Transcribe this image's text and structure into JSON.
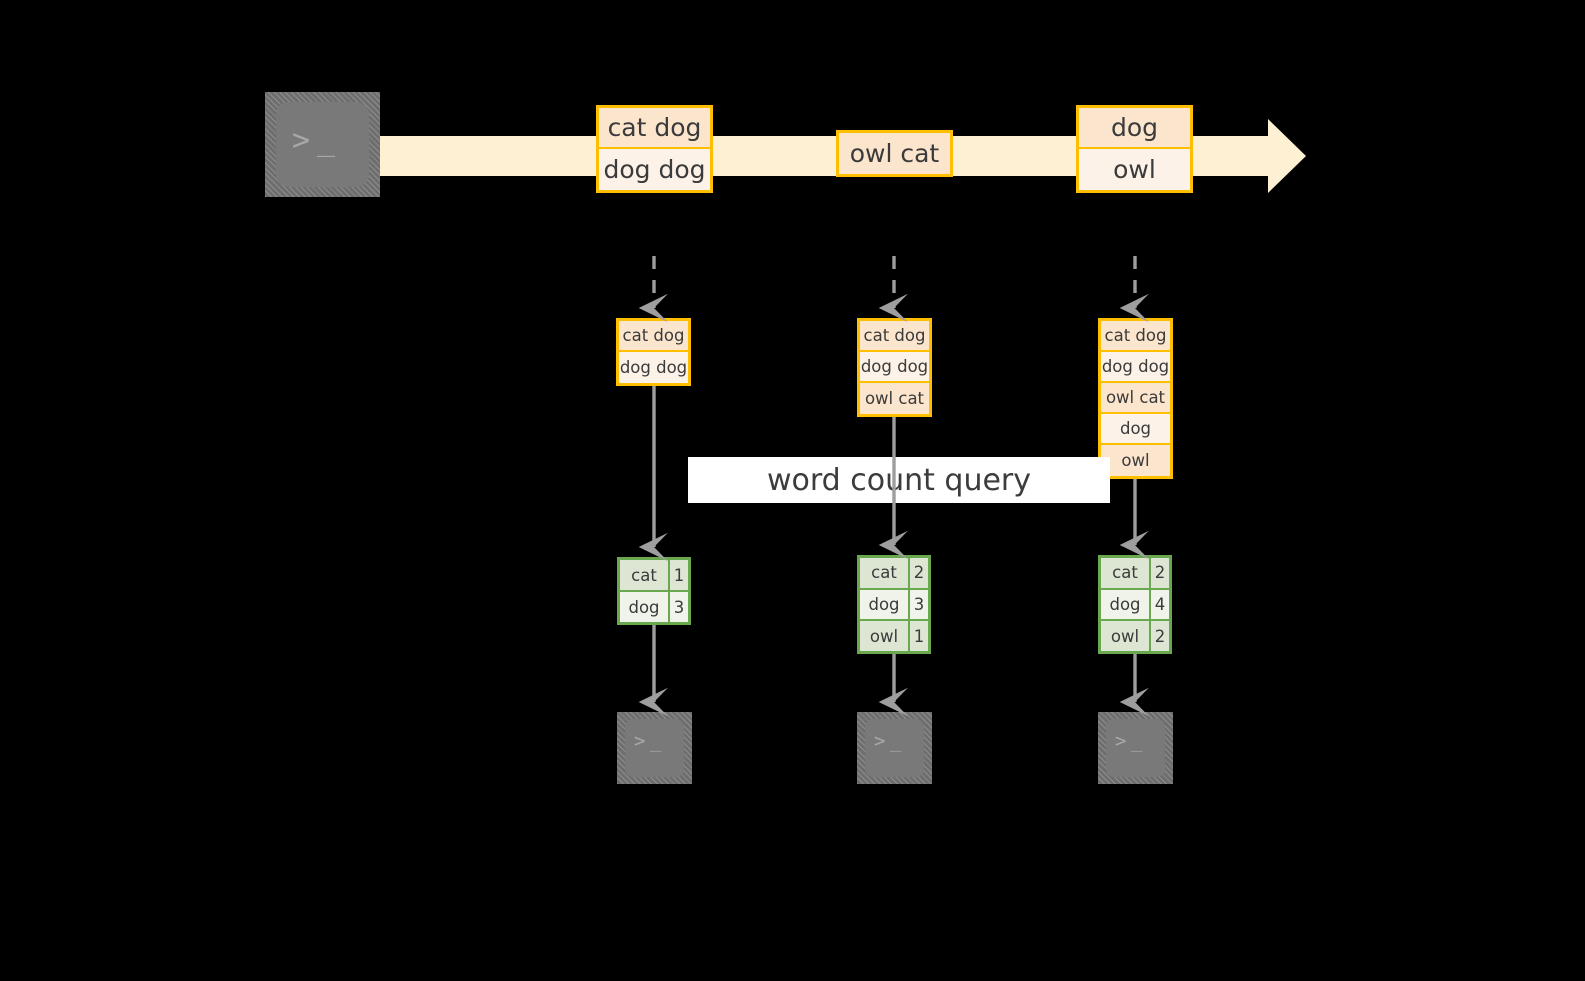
{
  "diagram": {
    "title_text": "word count query",
    "colors": {
      "background": "#000000",
      "stream_band": "#fdf0d3",
      "record_border": "#ffbf00",
      "record_fill_dark": "#fce5cd",
      "record_fill_light": "#fdf2e7",
      "result_border": "#6aa84f",
      "result_fill_dark": "#dde6d3",
      "result_fill_light": "#eff3e9",
      "arrow": "#9e9e9e",
      "terminal_body": "#797979",
      "banner_bg": "#ffffff",
      "text": "#3b3b3b"
    }
  },
  "source": {
    "icon_name": "terminal-icon",
    "prompt_glyph": ">",
    "cursor_glyph": "_"
  },
  "stream": {
    "records": [
      {
        "id": "stream-record-1",
        "lines": [
          {
            "text": "cat dog",
            "shade": "dark"
          },
          {
            "text": "dog dog",
            "shade": "light"
          }
        ]
      },
      {
        "id": "stream-record-2",
        "lines": [
          {
            "text": "owl cat",
            "shade": "dark"
          }
        ]
      },
      {
        "id": "stream-record-3",
        "lines": [
          {
            "text": "dog",
            "shade": "dark"
          },
          {
            "text": "owl",
            "shade": "light"
          }
        ]
      }
    ]
  },
  "snapshots": [
    {
      "id": "snapshot-1",
      "lines": [
        {
          "text": "cat dog",
          "shade": "dark"
        },
        {
          "text": "dog dog",
          "shade": "light"
        }
      ]
    },
    {
      "id": "snapshot-2",
      "lines": [
        {
          "text": "cat dog",
          "shade": "dark"
        },
        {
          "text": "dog dog",
          "shade": "light"
        },
        {
          "text": "owl cat",
          "shade": "dark"
        }
      ]
    },
    {
      "id": "snapshot-3",
      "lines": [
        {
          "text": "cat dog",
          "shade": "dark"
        },
        {
          "text": "dog dog",
          "shade": "light"
        },
        {
          "text": "owl cat",
          "shade": "dark"
        },
        {
          "text": "dog",
          "shade": "light"
        },
        {
          "text": "owl",
          "shade": "dark"
        }
      ]
    }
  ],
  "results": [
    {
      "id": "result-1",
      "rows": [
        {
          "word": "cat",
          "count": "1",
          "shade": "dark"
        },
        {
          "word": "dog",
          "count": "3",
          "shade": "light"
        }
      ]
    },
    {
      "id": "result-2",
      "rows": [
        {
          "word": "cat",
          "count": "2",
          "shade": "dark"
        },
        {
          "word": "dog",
          "count": "3",
          "shade": "light"
        },
        {
          "word": "owl",
          "count": "1",
          "shade": "dark"
        }
      ]
    },
    {
      "id": "result-3",
      "rows": [
        {
          "word": "cat",
          "count": "2",
          "shade": "dark"
        },
        {
          "word": "dog",
          "count": "4",
          "shade": "light"
        },
        {
          "word": "owl",
          "count": "2",
          "shade": "dark"
        }
      ]
    }
  ],
  "sinks": [
    {
      "id": "sink-1",
      "prompt_glyph": ">",
      "cursor_glyph": "_"
    },
    {
      "id": "sink-2",
      "prompt_glyph": ">",
      "cursor_glyph": "_"
    },
    {
      "id": "sink-3",
      "prompt_glyph": ">",
      "cursor_glyph": "_"
    }
  ]
}
